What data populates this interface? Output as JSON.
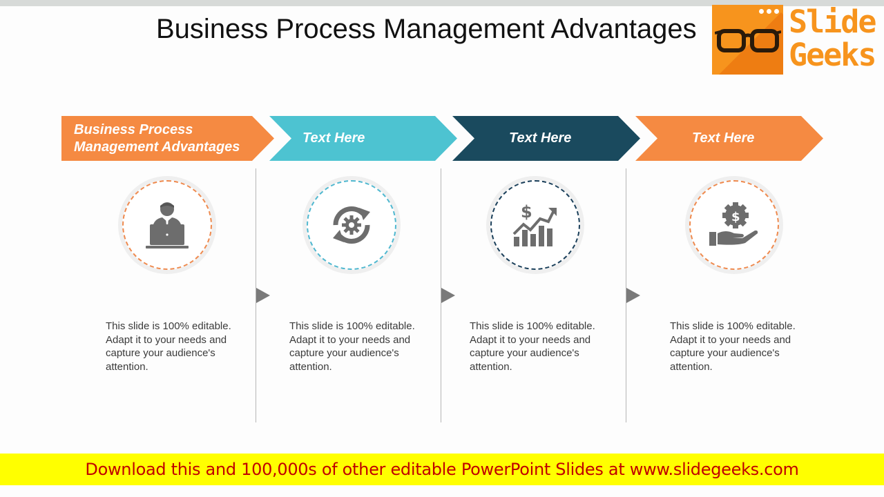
{
  "title": "Business Process Management Advantages",
  "logo": {
    "line1": "Slide",
    "line2": "Geeks"
  },
  "steps": [
    {
      "label": "Business Process Management Advantages",
      "color": "#f58a42",
      "icon": "businessman-laptop-icon",
      "ring_color": "#ef8a4e",
      "description": "This slide is 100% editable. Adapt it to your needs and capture your audience's attention."
    },
    {
      "label": "Text Here",
      "color": "#4dc3d1",
      "icon": "gear-refresh-icon",
      "ring_color": "#4fb8d0",
      "description": "This slide is 100% editable. Adapt it to your needs and capture your audience's attention."
    },
    {
      "label": "Text Here",
      "color": "#1a4a5e",
      "icon": "dollar-growth-chart-icon",
      "ring_color": "#1a3f5a",
      "description": "This slide is 100% editable. Adapt it to your needs and capture your audience's attention."
    },
    {
      "label": "Text Here",
      "color": "#f58a42",
      "icon": "dollar-badge-hand-icon",
      "ring_color": "#ef8a4e",
      "description": "This slide is 100% editable. Adapt it to your needs and capture your audience's attention."
    }
  ],
  "footer": {
    "text": "Download this and 100,000s of other editable PowerPoint Slides at www.slidegeeks.com"
  }
}
